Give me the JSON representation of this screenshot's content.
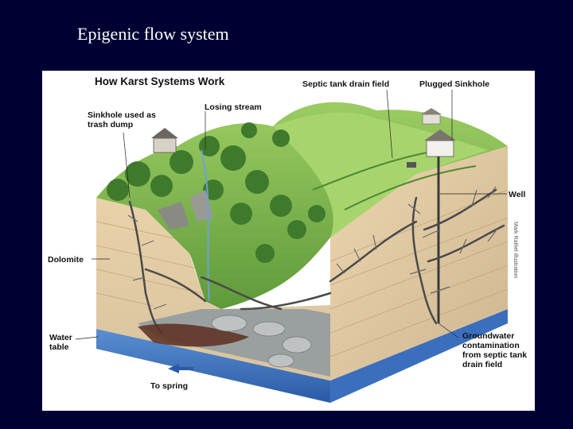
{
  "slide": {
    "title": "Epigenic flow system"
  },
  "figure": {
    "title": "How Karst Systems Work",
    "credit": "Mark Rathel illustration",
    "labels": {
      "sinkhole_trash": "Sinkhole used as\ntrash dump",
      "losing_stream": "Losing stream",
      "septic_field": "Septic tank drain field",
      "plugged_sinkhole": "Plugged Sinkhole",
      "well": "Well",
      "dolomite": "Dolomite",
      "water_table": "Water\ntable",
      "groundwater": "Groundwater\ncontamination\nfrom septic tank\ndrain field",
      "to_spring": "To spring"
    }
  }
}
